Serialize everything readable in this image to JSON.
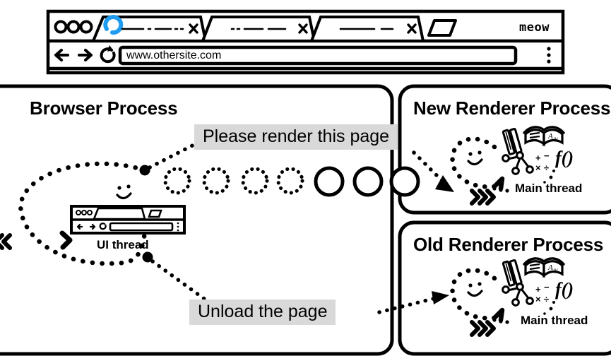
{
  "browser_window": {
    "name": "browser-window",
    "brand_label": "meow",
    "tabs": [
      {
        "id": "tab-1",
        "title_placeholder": "—— · —— ··",
        "loading": true,
        "close_label": "x"
      },
      {
        "id": "tab-2",
        "title_placeholder": "·· —— ——",
        "loading": false,
        "close_label": "x"
      },
      {
        "id": "tab-3",
        "title_placeholder": "—— —",
        "loading": false,
        "close_label": "x"
      }
    ],
    "new_tab_label": "+",
    "toolbar": {
      "back_icon": "back-arrow-icon",
      "forward_icon": "forward-arrow-icon",
      "reload_icon": "reload-icon",
      "menu_icon": "kebab-menu-icon",
      "url_value": "www.othersite.com"
    },
    "window_dots": [
      "dot-1",
      "dot-2",
      "dot-3"
    ],
    "spinner_color": "#1f9cf0"
  },
  "panels": {
    "browser_process": {
      "title": "Browser Process",
      "ui_thread_label": "UI thread",
      "ui_thread_icon": "browser-window-icon",
      "message_chip": "Please render this page",
      "unload_chip": "Unload the page",
      "queue": {
        "dotted_circles": 4,
        "solid_circles": 3,
        "origin_dot": "message-origin-dot"
      }
    },
    "new_renderer": {
      "title": "New Renderer Process",
      "main_thread_label": "Main thread",
      "icons": [
        "pencils-icon",
        "open-book-icon",
        "node-graph-icon",
        "math-symbols-icon",
        "function-icon"
      ]
    },
    "old_renderer": {
      "title": "Old Renderer Process",
      "main_thread_label": "Main thread",
      "icons": [
        "pencils-icon",
        "open-book-icon",
        "node-graph-icon",
        "math-symbols-icon",
        "function-icon"
      ]
    }
  },
  "colors": {
    "stroke": "#000000",
    "chip_background": "#d9d9d9",
    "page_background": "#ffffff",
    "accent_blue": "#1f9cf0"
  }
}
